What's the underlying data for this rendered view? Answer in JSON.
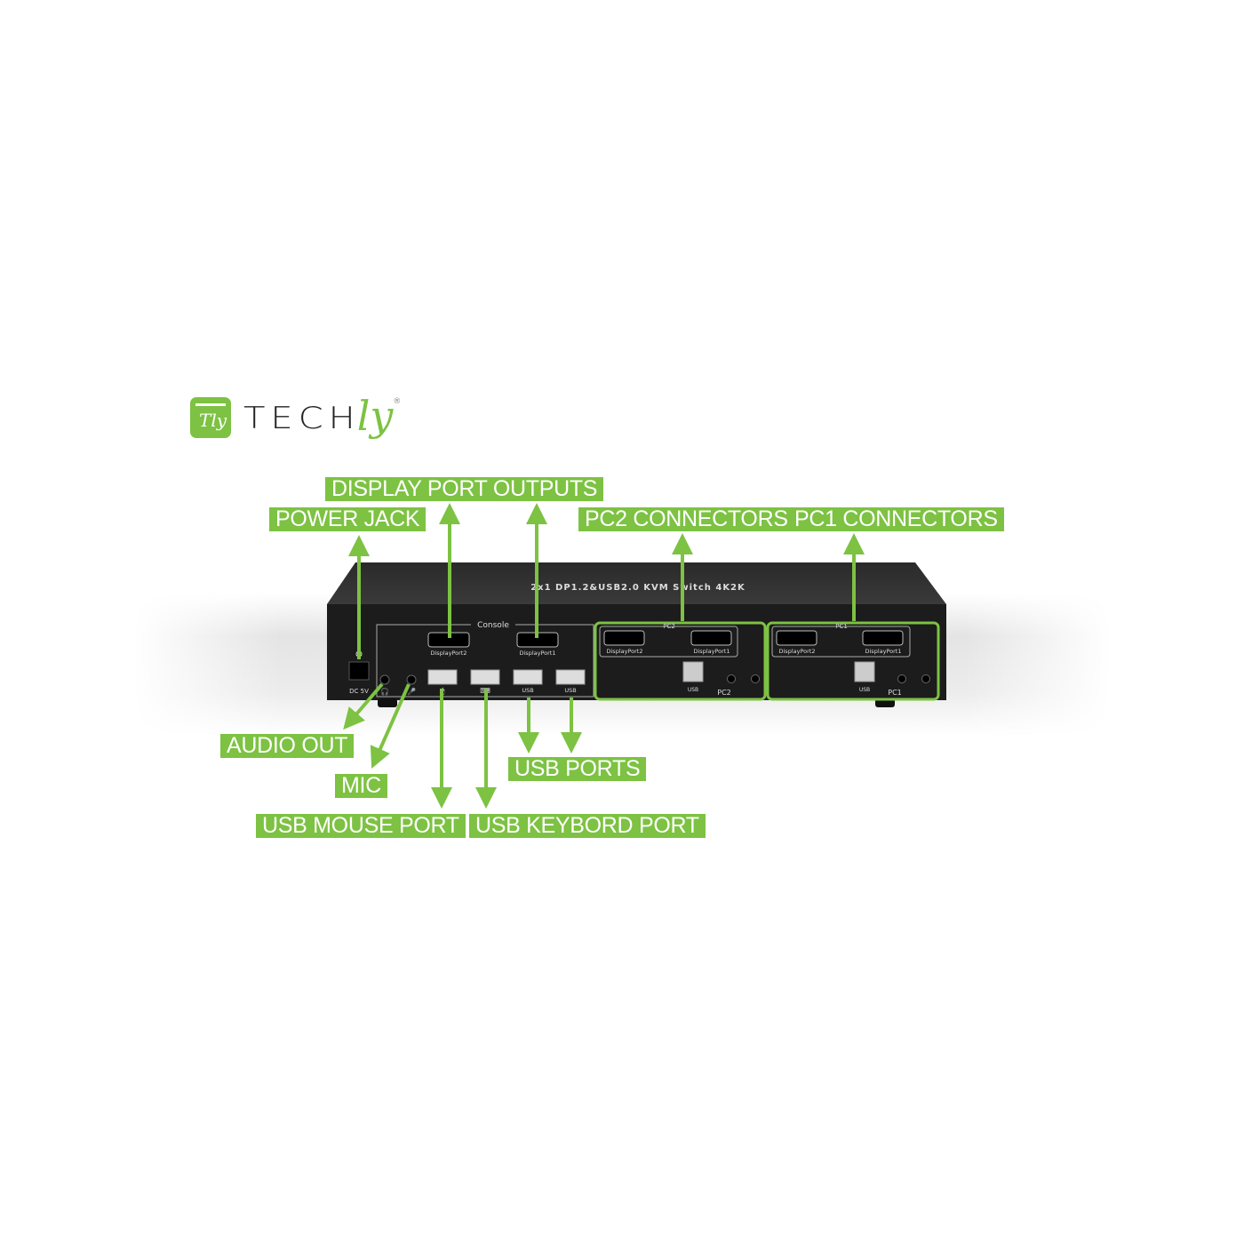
{
  "logo": {
    "box_text": "Tly",
    "tech": "TECH",
    "ly": "ly",
    "registered": "®"
  },
  "device": {
    "title": "2x1 DP1.2&USB2.0 KVM Switch 4K2K",
    "console": "Console",
    "dc": "DC 5V",
    "dp2": "DisplayPort2",
    "dp1": "DisplayPort1",
    "usb": "USB",
    "pc2": "PC2",
    "pc1": "PC1"
  },
  "labels": {
    "display_port_outputs": "DISPLAY PORT OUTPUTS",
    "power_jack": "POWER JACK",
    "pc2_connectors": "PC2 CONNECTORS",
    "pc1_connectors": "PC1 CONNECTORS",
    "audio_out": "AUDIO OUT",
    "mic": "MIC",
    "usb_ports": "USB PORTS",
    "usb_mouse_port": "USB MOUSE PORT",
    "usb_keyboard_port": "USB KEYBORD PORT"
  },
  "colors": {
    "accent": "#7dc242",
    "device": "#1e1e1e"
  }
}
